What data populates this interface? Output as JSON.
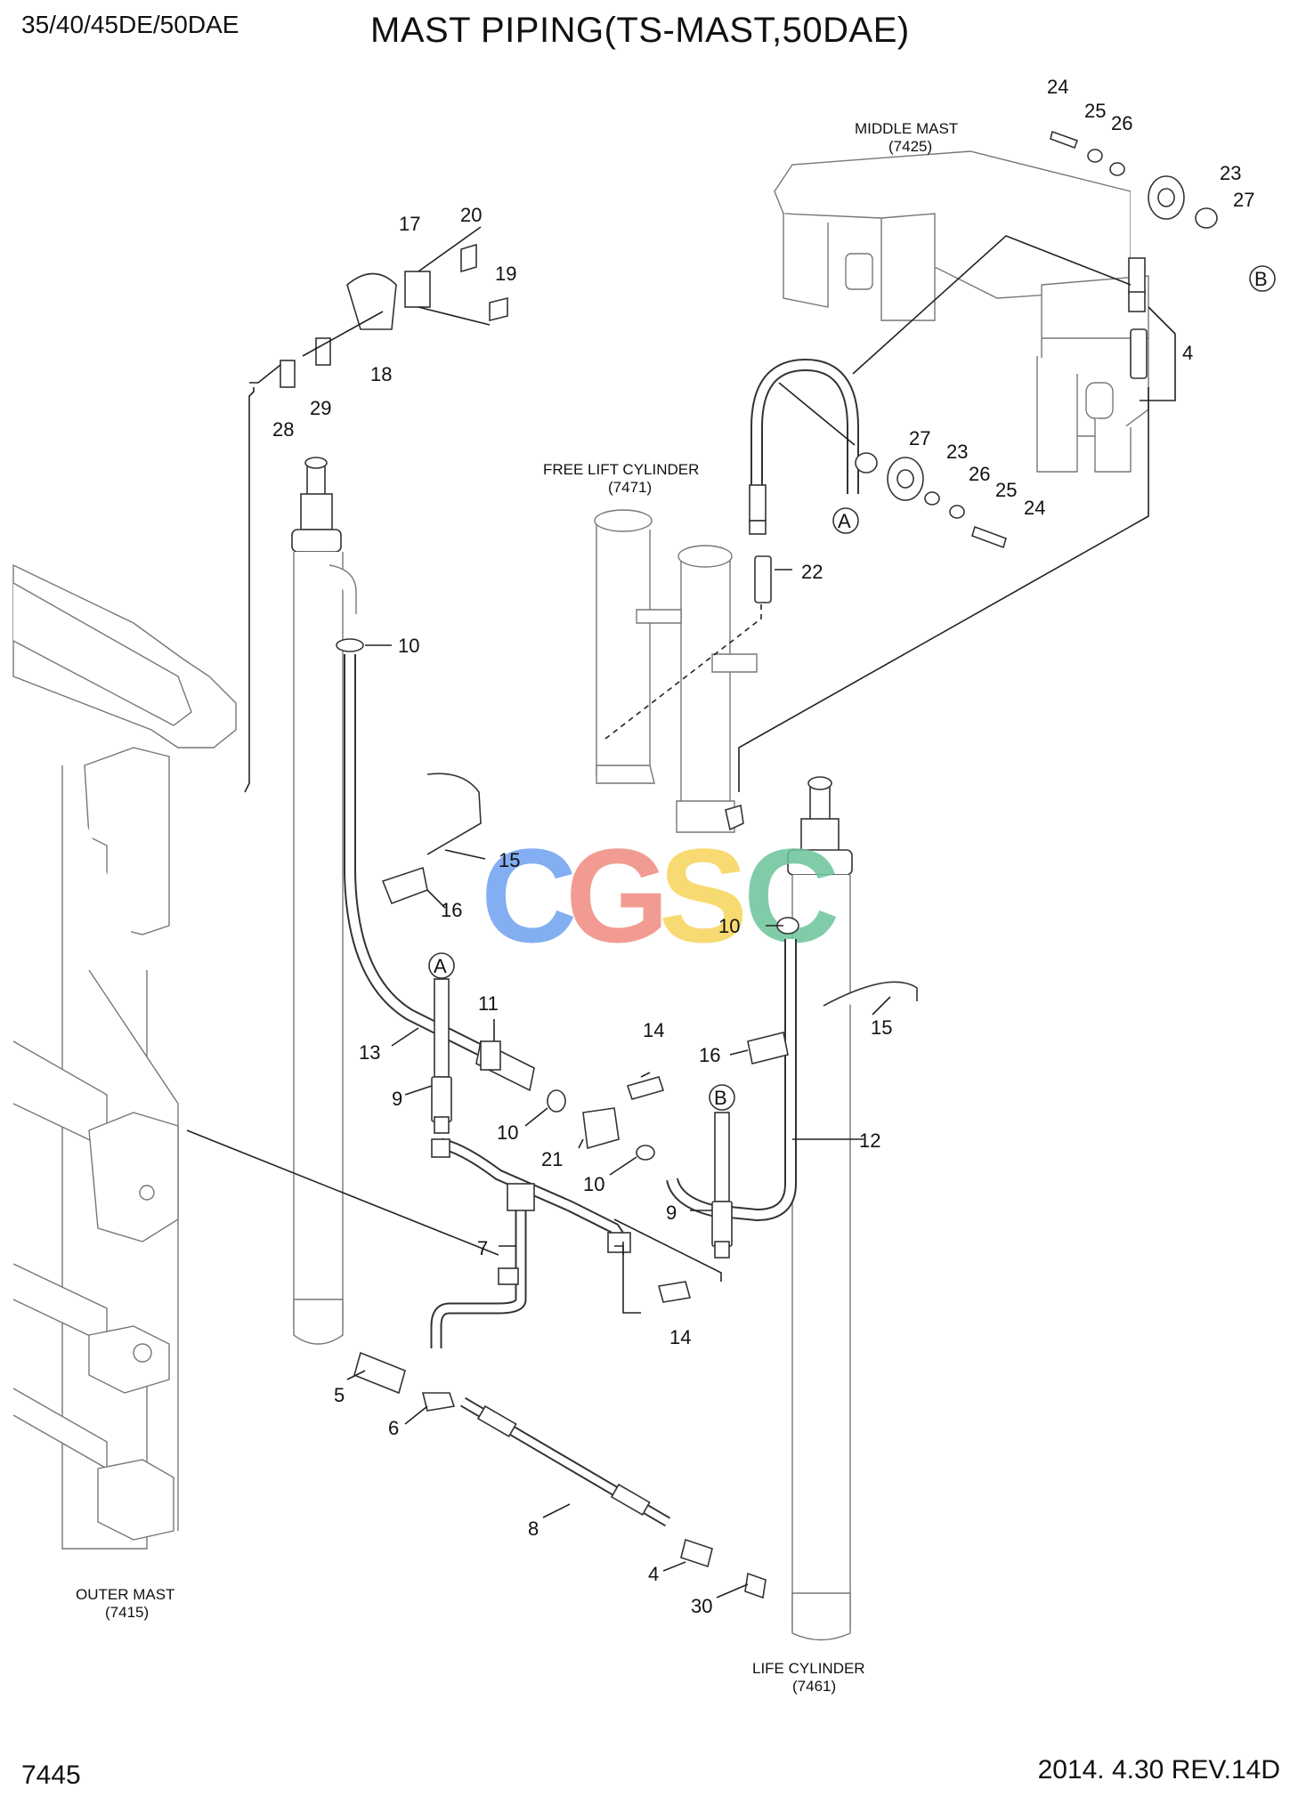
{
  "header": {
    "model": "35/40/45DE/50DAE",
    "title": "MAST PIPING(TS-MAST,50DAE)"
  },
  "footer": {
    "page_number": "7445",
    "revision": "2014. 4.30  REV.14D"
  },
  "watermark": {
    "letters": [
      "C",
      "G",
      "S",
      "C"
    ],
    "colors": [
      "#6fa0f0",
      "#f08a80",
      "#f7d45a",
      "#6cc49a"
    ]
  },
  "captions": {
    "middle_mast": "MIDDLE MAST",
    "middle_mast_code": "(7425)",
    "free_lift_cylinder": "FREE LIFT CYLINDER",
    "free_lift_cylinder_code": "(7471)",
    "outer_mast": "OUTER MAST",
    "outer_mast_code": "(7415)",
    "lift_cylinder": "LIFE CYLINDER",
    "lift_cylinder_code": "(7461)"
  },
  "connectors": {
    "a": "A",
    "b": "B"
  },
  "part_numbers": {
    "p24_top": "24",
    "p25_top": "25",
    "p26_top": "26",
    "p23_top": "23",
    "p27_top": "27",
    "p4_top": "4",
    "p20": "20",
    "p17": "17",
    "p19": "19",
    "p18": "18",
    "p29": "29",
    "p28": "28",
    "p27_mid": "27",
    "p23_mid": "23",
    "p26_mid": "26",
    "p25_mid": "25",
    "p24_mid": "24",
    "p22": "22",
    "p10_a": "10",
    "p15_a": "15",
    "p16_a": "16",
    "p10_b": "10",
    "p11": "11",
    "p13": "13",
    "p9_a": "9",
    "p14_a": "14",
    "p16_b": "16",
    "p15_b": "15",
    "p10_c": "10",
    "p21": "21",
    "p10_d": "10",
    "p12": "12",
    "p9_b": "9",
    "p7": "7",
    "p14_b": "14",
    "p5": "5",
    "p6": "6",
    "p8": "8",
    "p4_bot": "4",
    "p30": "30"
  }
}
